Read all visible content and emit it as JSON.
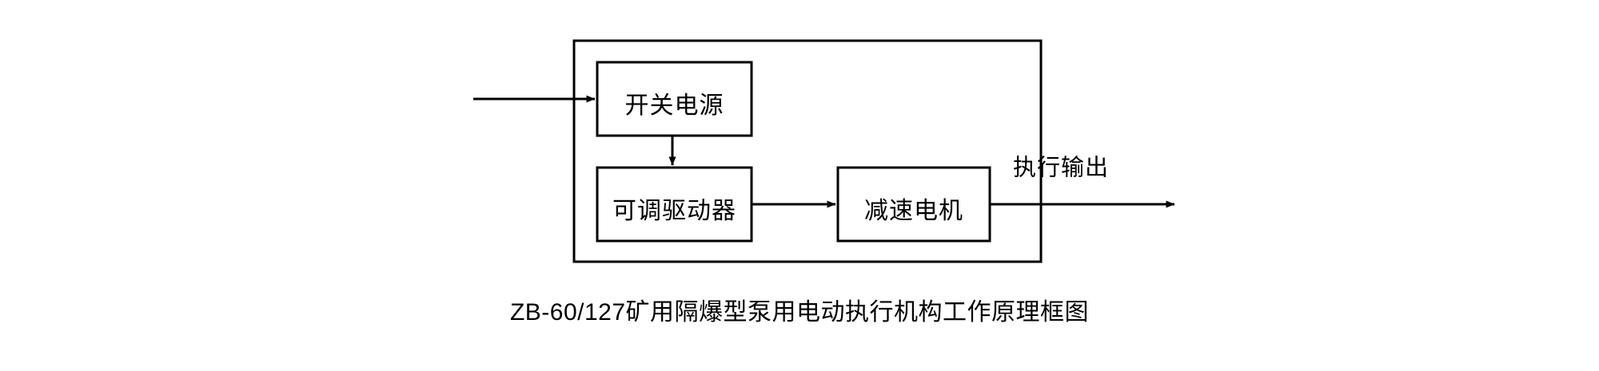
{
  "figure": {
    "caption": "ZB-60/127矿用隔爆型泵用电动执行机构工作原理框图",
    "background_color": "#ffffff",
    "line_color": "#000000",
    "text_color": "#000000"
  },
  "container": {
    "name": "enclosure",
    "label": ""
  },
  "blocks": [
    {
      "id": "switching-power-supply",
      "label": "开关电源"
    },
    {
      "id": "adjustable-driver",
      "label": "可调驱动器"
    },
    {
      "id": "geared-motor",
      "label": "减速电机"
    }
  ],
  "edges": [
    {
      "id": "power-input",
      "label": "",
      "from": "external-input",
      "to": "switching-power-supply"
    },
    {
      "id": "supply-to-driver",
      "label": "",
      "from": "switching-power-supply",
      "to": "adjustable-driver"
    },
    {
      "id": "driver-to-motor",
      "label": "",
      "from": "adjustable-driver",
      "to": "geared-motor"
    },
    {
      "id": "motor-output",
      "label": "执行输出",
      "from": "geared-motor",
      "to": "external-output"
    }
  ],
  "labels": {
    "actuator_output": "执行输出"
  }
}
